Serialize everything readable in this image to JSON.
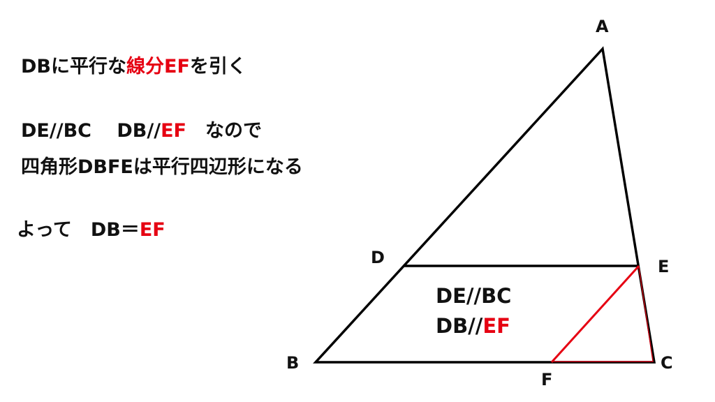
{
  "text": {
    "line1": {
      "a": "DBに平行な",
      "b": "線分EF",
      "c": "を引く"
    },
    "line2": {
      "a": "DE//BC　 DB//",
      "b": "EF",
      "c": "　なので"
    },
    "line3": "四角形DBFEは平行四辺形になる",
    "line4": {
      "a": "よって　DB＝",
      "b": "EF"
    }
  },
  "figure": {
    "labels": {
      "A": "A",
      "B": "B",
      "C": "C",
      "D": "D",
      "E": "E",
      "F": "F"
    },
    "inner1": "DE//BC",
    "inner2": {
      "a": "DB//",
      "b": "EF"
    }
  },
  "colors": {
    "accent": "#e60012",
    "line": "#000000"
  }
}
